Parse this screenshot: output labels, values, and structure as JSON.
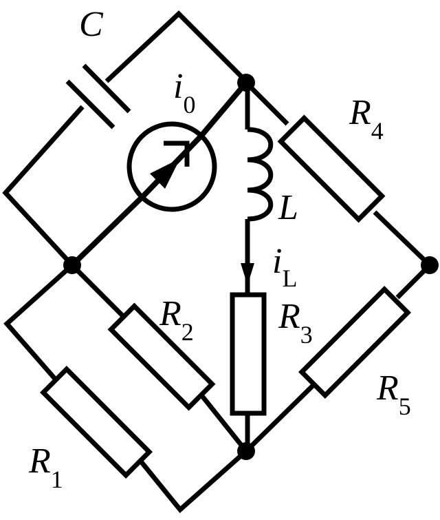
{
  "labels": {
    "capacitor": "C",
    "current_source_main": "i",
    "current_source_sub": "0",
    "inductor": "L",
    "inductor_current_main": "i",
    "inductor_current_sub": "L",
    "r1_main": "R",
    "r1_sub": "1",
    "r2_main": "R",
    "r2_sub": "2",
    "r3_main": "R",
    "r3_sub": "3",
    "r4_main": "R",
    "r4_sub": "4",
    "r5_main": "R",
    "r5_sub": "5"
  }
}
